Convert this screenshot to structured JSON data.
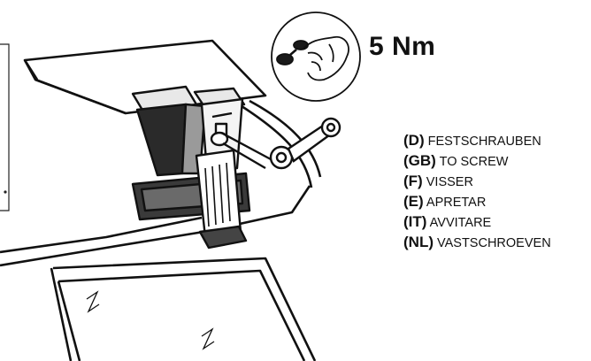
{
  "torque": {
    "value": "5 Nm"
  },
  "instructions": [
    {
      "code": "(D)",
      "text": "FESTSCHRAUBEN"
    },
    {
      "code": "(GB)",
      "text": "TO SCREW"
    },
    {
      "code": "(F)",
      "text": "VISSER"
    },
    {
      "code": "(E)",
      "text": "APRETAR"
    },
    {
      "code": "(IT)",
      "text": "AVVITARE"
    },
    {
      "code": "(NL)",
      "text": "VASTSCHROEVEN"
    }
  ]
}
